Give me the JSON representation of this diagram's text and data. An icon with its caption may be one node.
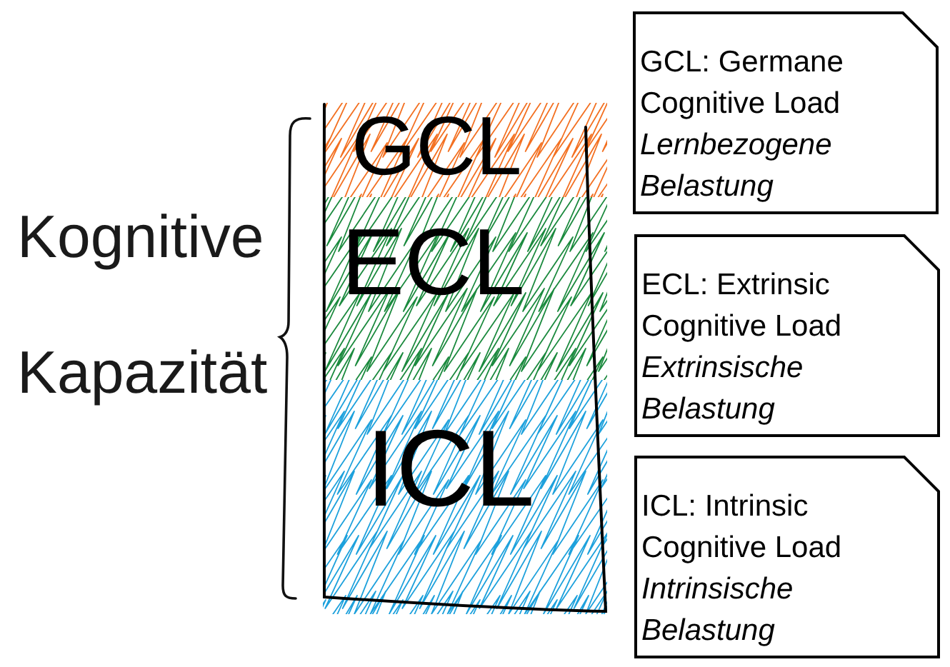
{
  "diagram": {
    "nodes": [
      {
        "text": [],
        "shape": "box"
      },
      {
        "text": [
          "GCL"
        ],
        "in": 0
      },
      {
        "text": [
          "ECL"
        ],
        "in": 0
      },
      {
        "text": [
          "ICL"
        ],
        "in": 0
      },
      {
        "text": [
          "GCL: Germane Cognitive Load",
          "Lernbezogene Belastung"
        ]
      },
      {
        "text": [
          "ECL: Extrinsic Cognitive Load",
          "Extrinsische Belastung"
        ]
      },
      {
        "text": [
          "ICL: Intrinsic Cognitive Load",
          "Intrinsische Belastung"
        ]
      }
    ],
    "labels": [
      "Kognitive Kapazität"
    ]
  }
}
